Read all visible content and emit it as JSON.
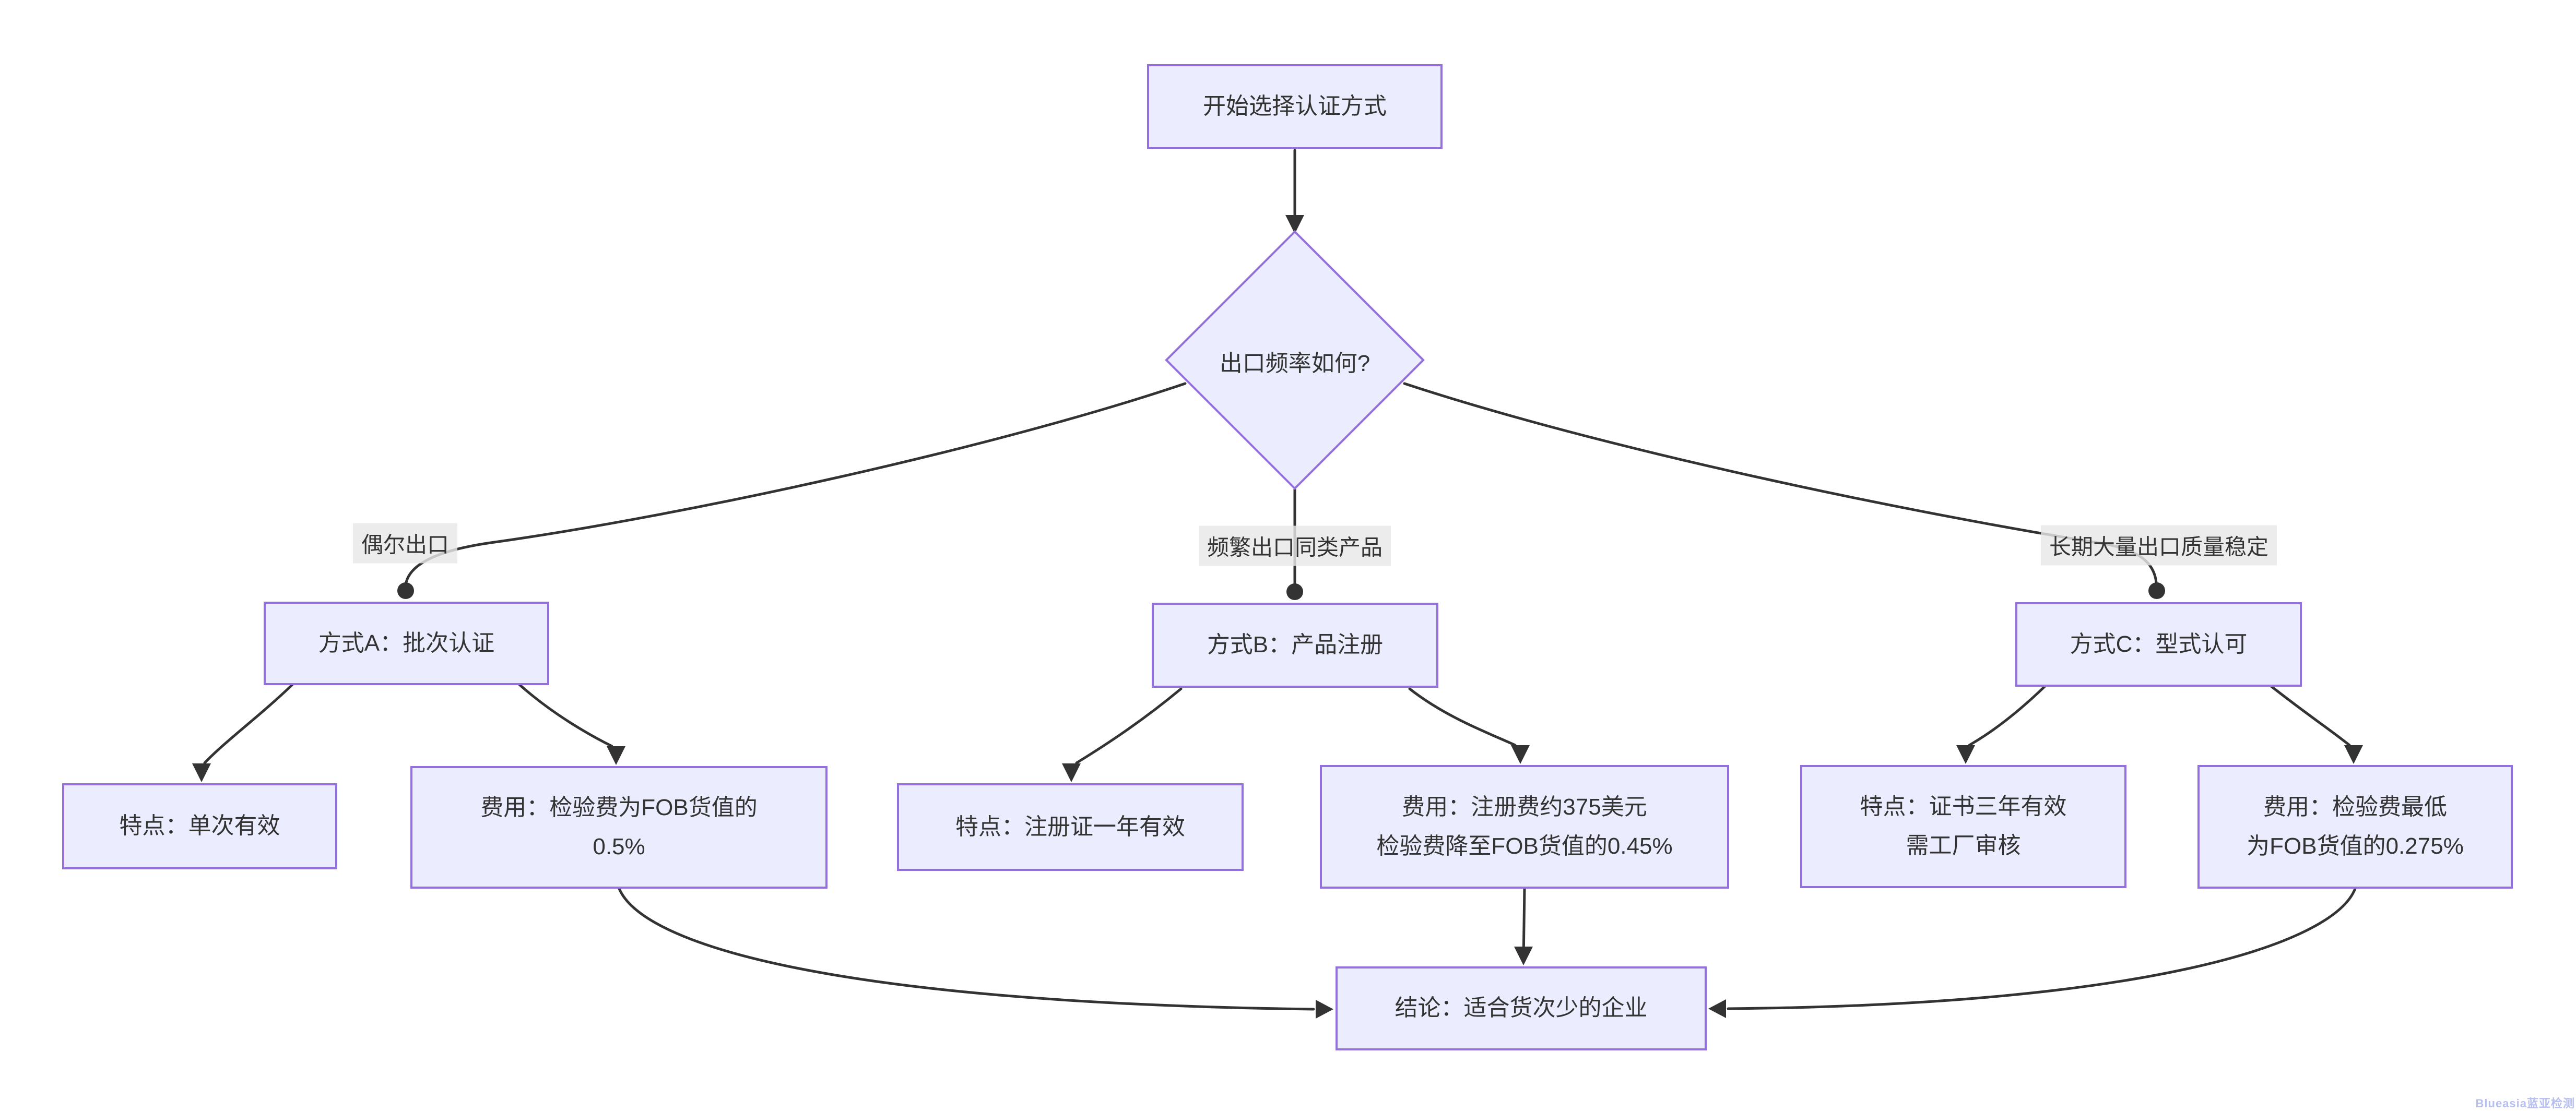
{
  "diagram": {
    "type": "flowchart",
    "direction": "top-down",
    "colors": {
      "node_fill": "#ECECFF",
      "node_border": "#9370DB",
      "edge": "#333333",
      "edge_label_bg": "#e8e8e8",
      "text": "#333333",
      "watermark": "#b7bff0"
    },
    "nodes": {
      "start": {
        "label": "开始选择认证方式"
      },
      "decision": {
        "label": "出口频率如何?",
        "shape": "diamond"
      },
      "method_a": {
        "label": "方式A：批次认证"
      },
      "method_b": {
        "label": "方式B：产品注册"
      },
      "method_c": {
        "label": "方式C：型式认可"
      },
      "feature_a": {
        "label": "特点：单次有效"
      },
      "fee_a": {
        "label": "费用：检验费为FOB货值的\n0.5%"
      },
      "feature_b": {
        "label": "特点：注册证一年有效"
      },
      "fee_b": {
        "label": "费用：注册费约375美元\n检验费降至FOB货值的0.45%"
      },
      "feature_c": {
        "label": "特点：证书三年有效\n需工厂审核"
      },
      "fee_c": {
        "label": "费用：检验费最低\n为FOB货值的0.275%"
      },
      "conclusion": {
        "label": "结论：适合货次少的企业"
      }
    },
    "edge_labels": {
      "occasional": "偶尔出口",
      "frequent": "频繁出口同类产品",
      "longterm": "长期大量出口质量稳定"
    },
    "edges": [
      {
        "from": "start",
        "to": "decision",
        "marker": "arrow"
      },
      {
        "from": "decision",
        "to": "method_a",
        "label": "偶尔出口",
        "marker": "circle"
      },
      {
        "from": "decision",
        "to": "method_b",
        "label": "频繁出口同类产品",
        "marker": "circle"
      },
      {
        "from": "decision",
        "to": "method_c",
        "label": "长期大量出口质量稳定",
        "marker": "circle"
      },
      {
        "from": "method_a",
        "to": "feature_a",
        "marker": "arrow"
      },
      {
        "from": "method_a",
        "to": "fee_a",
        "marker": "arrow"
      },
      {
        "from": "method_b",
        "to": "feature_b",
        "marker": "arrow"
      },
      {
        "from": "method_b",
        "to": "fee_b",
        "marker": "arrow"
      },
      {
        "from": "method_c",
        "to": "feature_c",
        "marker": "arrow"
      },
      {
        "from": "method_c",
        "to": "fee_c",
        "marker": "arrow"
      },
      {
        "from": "fee_a",
        "to": "conclusion",
        "marker": "arrow"
      },
      {
        "from": "fee_b",
        "to": "conclusion",
        "marker": "arrow"
      },
      {
        "from": "fee_c",
        "to": "conclusion",
        "marker": "arrow"
      }
    ],
    "watermark": "Blueasia蓝亚检测"
  }
}
